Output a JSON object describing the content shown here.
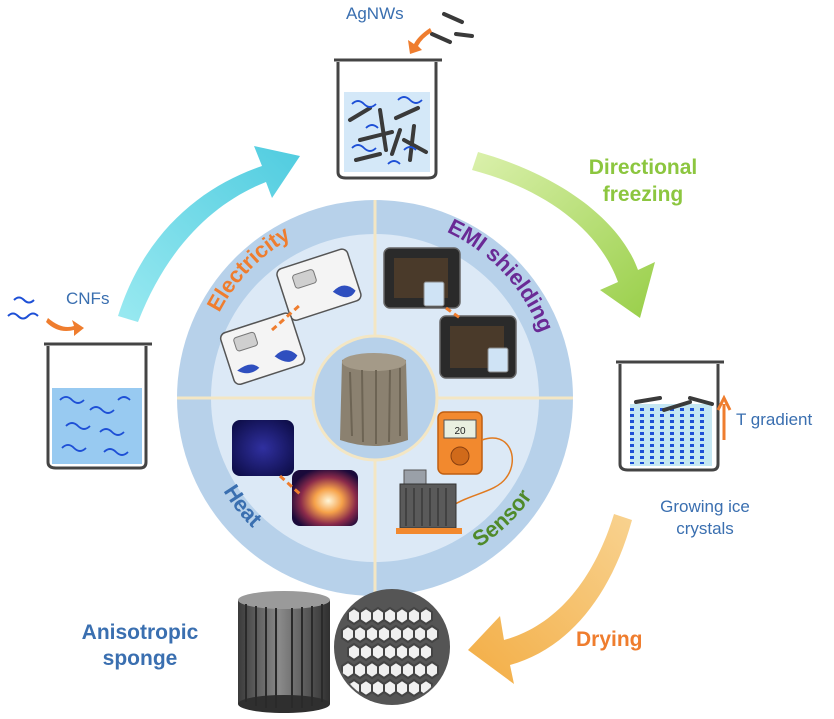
{
  "labels": {
    "agnws": "AgNWs",
    "cnfs": "CNFs",
    "directional_freezing_1": "Directional",
    "directional_freezing_2": "freezing",
    "t_gradient": "T gradient",
    "growing_ice_1": "Growing ice",
    "growing_ice_2": "crystals",
    "drying": "Drying",
    "anisotropic_1": "Anisotropic",
    "anisotropic_2": "sponge"
  },
  "ring": {
    "electricity": "Electricity",
    "emi": "EMI shielding",
    "heat": "Heat",
    "sensor": "Sensor"
  },
  "device": {
    "display_value": "20"
  },
  "colors": {
    "ring_fill": "#b7d1ea",
    "inner_fill": "#dce9f6",
    "electricity": "#ef7d2e",
    "emi": "#6a2a95",
    "heat": "#3a6fb0",
    "sensor": "#4f8a2a",
    "arrow_cyan": "#5ad4e0",
    "arrow_green": "#a9d85b",
    "arrow_orange": "#f5b453",
    "water": "#86c1ef",
    "fiber": "#1d4fd6"
  }
}
